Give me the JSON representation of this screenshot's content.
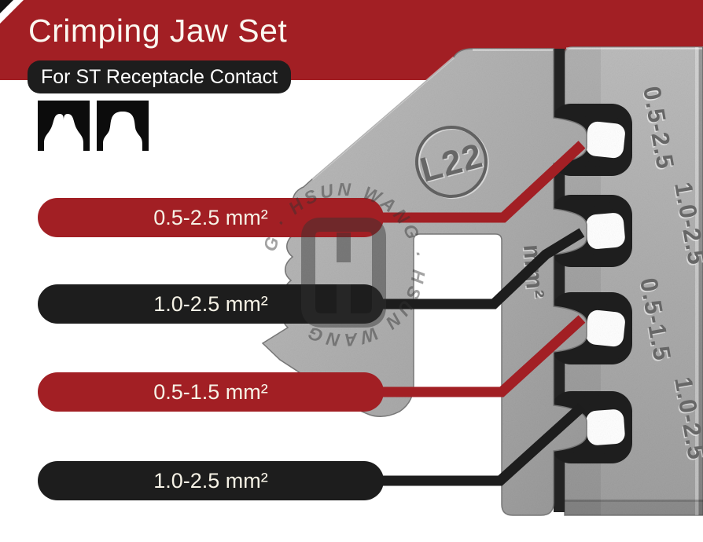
{
  "header": {
    "title": "Crimping Jaw Set",
    "subtitle": "For ST Receptacle Contact"
  },
  "colors": {
    "red": "#a21f24",
    "black": "#1d1d1d",
    "metal": "#a9a9a9",
    "metal_light": "#c2c2c2",
    "metal_dark": "#8f8f8f",
    "pill_text": "#f6f2e6"
  },
  "profile_icons": [
    {
      "name": "double-dimple-crimp-profile"
    },
    {
      "name": "oval-crimp-profile"
    }
  ],
  "callouts": [
    {
      "label": "0.5-2.5 mm²",
      "color": "red"
    },
    {
      "label": "1.0-2.5 mm²",
      "color": "black"
    },
    {
      "label": "0.5-1.5 mm²",
      "color": "red"
    },
    {
      "label": "1.0-2.5 mm²",
      "color": "black"
    }
  ],
  "jaw": {
    "stamp": "L22",
    "unit_engraving": "mm²",
    "engravings": [
      "0.5-2.5",
      "1.0-2.5",
      "0.5-1.5",
      "1.0-2.5"
    ],
    "watermark_text": "G · HSUN WANG · HSUN WANG",
    "watermark_name": "HSUN WANG"
  }
}
